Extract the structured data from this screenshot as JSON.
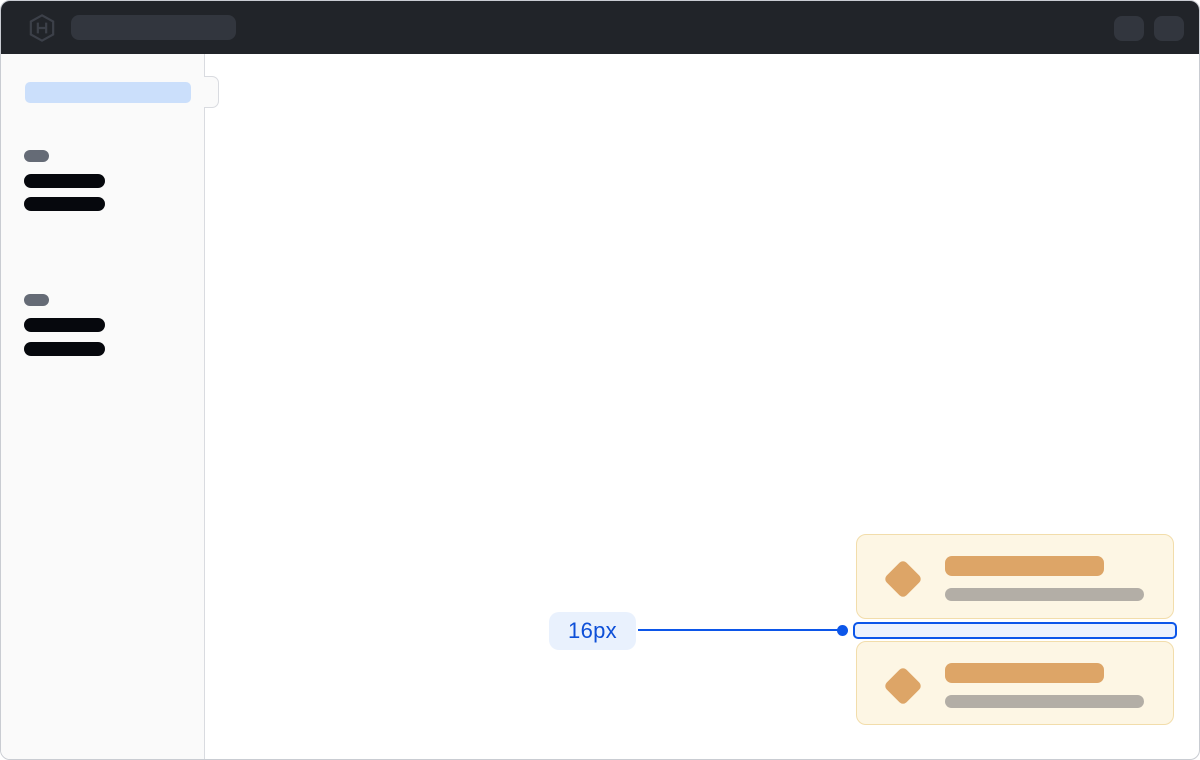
{
  "topbar": {
    "logo_icon": "hashicorp-logo",
    "skeletons": {
      "search_pill": true,
      "right_action_pills": 2
    }
  },
  "sidebar": {
    "active_item_skeleton": true,
    "toggle_handle": true,
    "sections": [
      {
        "label_skeleton": true,
        "item_skeletons": 2
      },
      {
        "label_skeleton": true,
        "item_skeletons": 2
      }
    ]
  },
  "main": {
    "cards": [
      {
        "marker_icon": "diamond",
        "title_bar_skeleton": true,
        "subtitle_bar_skeleton": true
      },
      {
        "marker_icon": "diamond",
        "title_bar_skeleton": true,
        "subtitle_bar_skeleton": true
      }
    ]
  },
  "annotation": {
    "label": "16px"
  },
  "colors": {
    "accent_blue": "#0c56e9",
    "annotation_pill_bg": "#e9f1fd",
    "annotation_text": "#0d4fd8",
    "gap_fill": "#ecf2fd",
    "card_bg": "#fdf6e4",
    "card_border": "#f2ddab",
    "card_accent": "#dda567",
    "card_muted": "#b3aea6",
    "sidebar_active_bg": "#cbdffb",
    "topbar_bg": "#212429",
    "topbar_skeleton": "#32363e",
    "logo_gray": "#3c4049",
    "sidebar_bg": "#fafafa",
    "sidebar_border": "#d9dbe0",
    "skeleton_dark": "#06080d",
    "skeleton_gray": "#656b76",
    "window_border": "#c9ccd2"
  }
}
